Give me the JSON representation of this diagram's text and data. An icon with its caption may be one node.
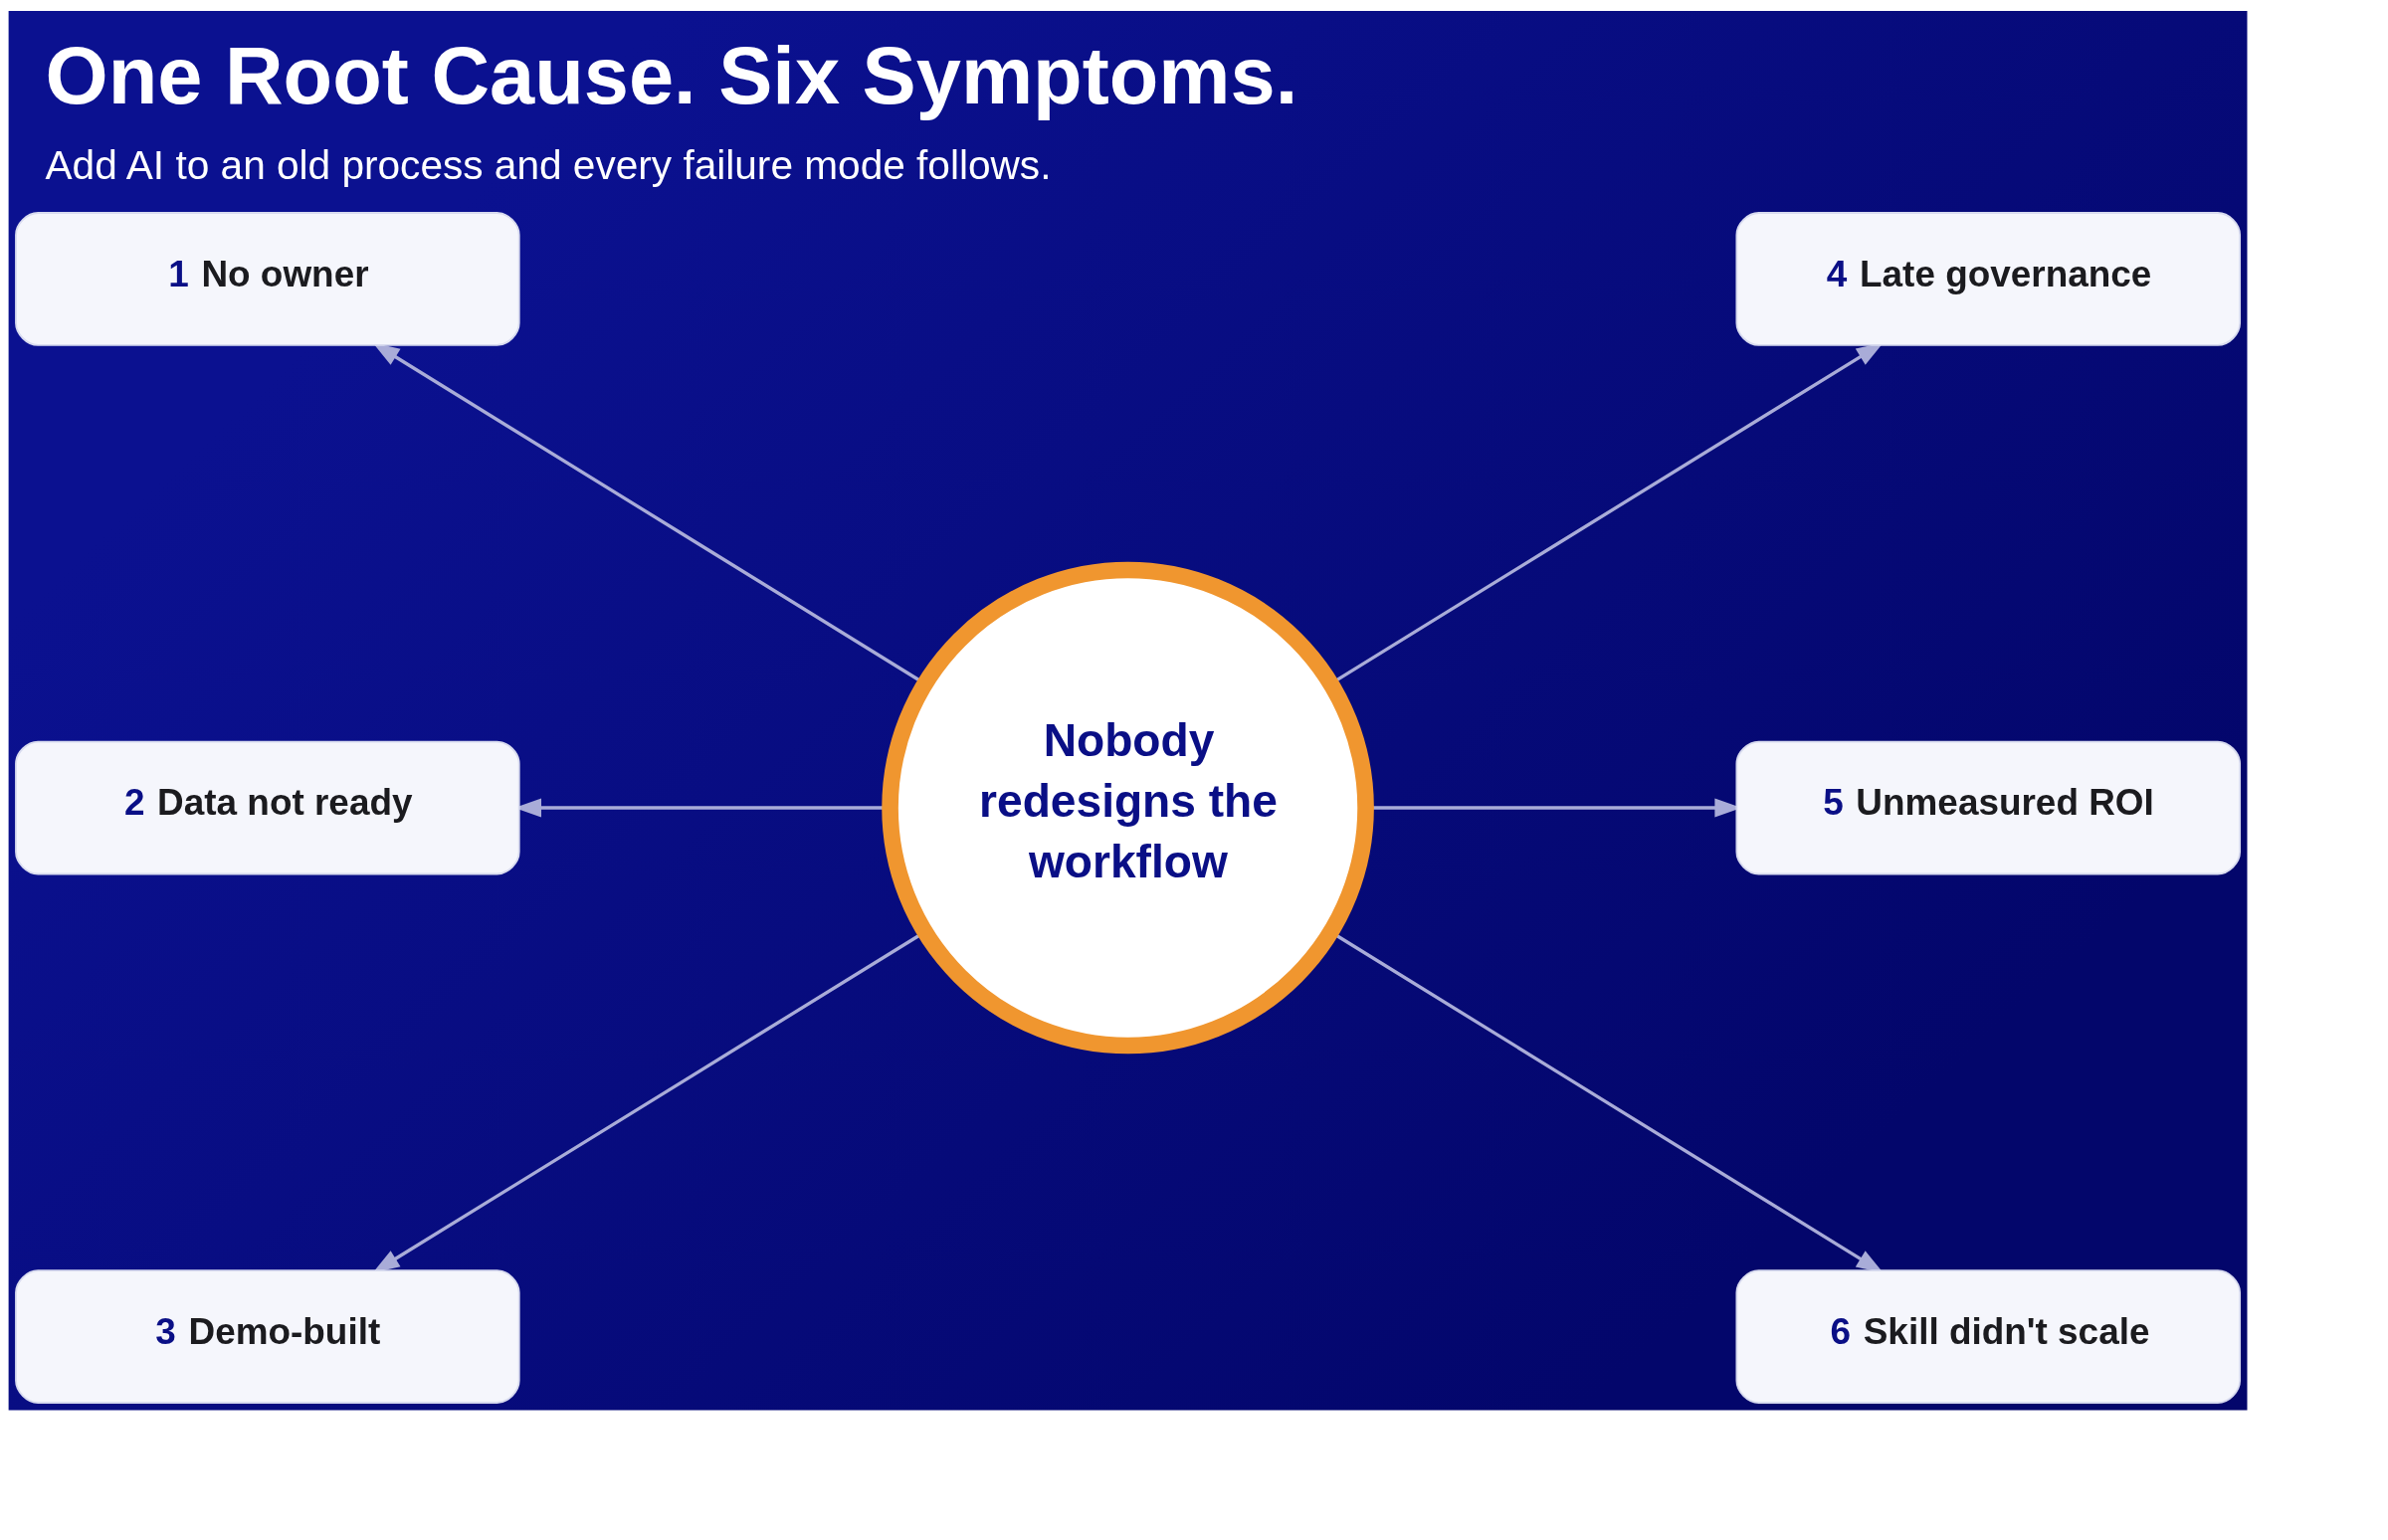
{
  "diagram": {
    "title": "One Root Cause. Six Symptoms.",
    "caption": "Add AI to an old process and every failure mode follows.",
    "nodes": [
      {
        "text": [
          "Nobody redesigns the workflow"
        ]
      },
      {
        "text": [
          "1 No owner"
        ]
      },
      {
        "text": [
          "2 Data not ready"
        ]
      },
      {
        "text": [
          "3 Demo-built"
        ]
      },
      {
        "text": [
          "4 Late governance"
        ]
      },
      {
        "text": [
          "5 Unmeasured ROI"
        ]
      },
      {
        "text": [
          "6 Skill didn't scale"
        ]
      }
    ],
    "edges": [
      {
        "from": 0,
        "to": 1,
        "arrow": "to"
      },
      {
        "from": 0,
        "to": 2,
        "arrow": "to"
      },
      {
        "from": 0,
        "to": 3,
        "arrow": "to"
      },
      {
        "from": 0,
        "to": 4,
        "arrow": "to"
      },
      {
        "from": 0,
        "to": 5,
        "arrow": "to"
      },
      {
        "from": 0,
        "to": 6,
        "arrow": "to"
      }
    ]
  }
}
